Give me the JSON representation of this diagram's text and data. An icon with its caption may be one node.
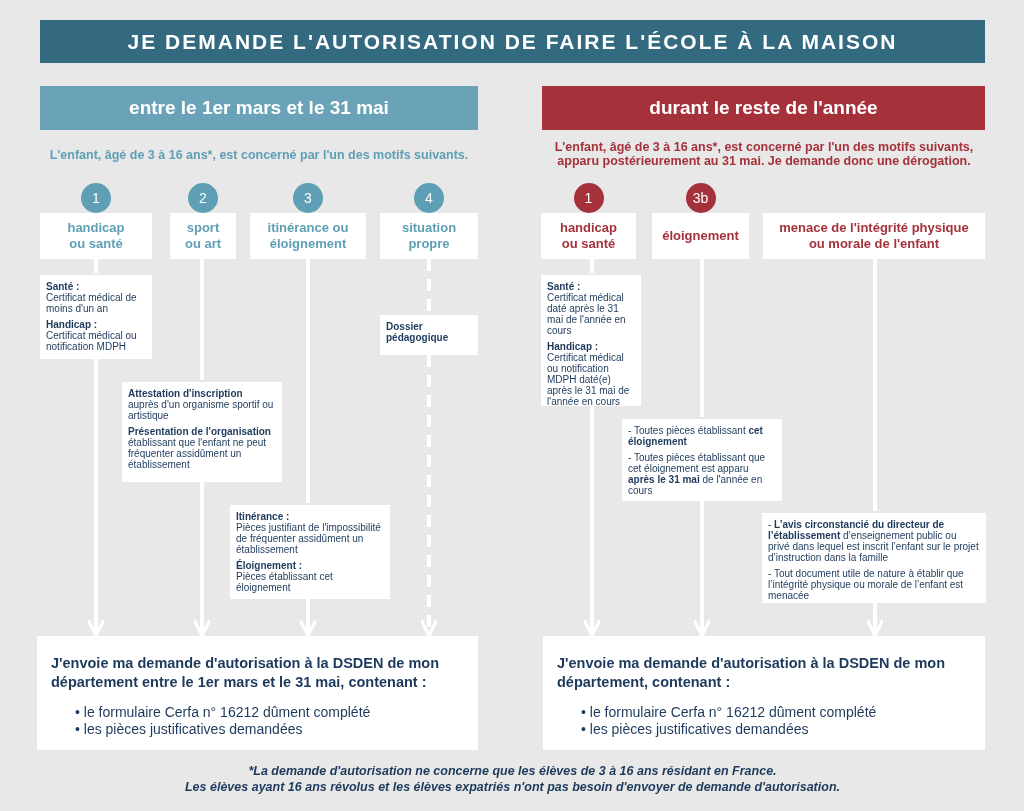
{
  "diagram": {
    "title": "JE DEMANDE L'AUTORISATION DE FAIRE L'ÉCOLE À LA MAISON",
    "nodes": [
      {
        "text": [
          "entre le 1er mars et le 31 mai"
        ]
      },
      {
        "text": [
          "durant le reste de l'année"
        ]
      },
      {
        "text": [
          "1",
          "handicap ou santé"
        ]
      },
      {
        "text": [
          "2",
          "sport ou art"
        ]
      },
      {
        "text": [
          "3",
          "itinérance ou éloignement"
        ]
      },
      {
        "text": [
          "4",
          "situation propre"
        ]
      },
      {
        "text": [
          "**Santé :** Certificat médical de moins d'un an",
          "**Handicap :** Certificat médical ou notification MDPH"
        ]
      },
      {
        "text": [
          "**Attestation d'inscription** auprès d'un organisme sportif ou artistique",
          "**Présentation de l'organisation** établissant que l'enfant ne peut fréquenter assidûment un établissement"
        ]
      },
      {
        "text": [
          "**Itinérance :** Pièces justifiant de l'impossibilité de fréquenter assidûment un établissement",
          "**Éloignement :** Pièces établissant cet éloignement"
        ]
      },
      {
        "text": [
          "Dossier pédagogique"
        ]
      },
      {
        "text": [
          "J'envoie ma demande d'autorisation à la DSDEN de mon département entre le 1er mars et le 31 mai, contenant :",
          "• le formulaire Cerfa n° 16212 dûment complété",
          "• les pièces justificatives demandées"
        ]
      },
      {
        "text": [
          "1",
          "handicap ou santé"
        ]
      },
      {
        "text": [
          "3b",
          "éloignement"
        ]
      },
      {
        "text": [
          "menace de l'intégrité physique ou morale de l'enfant"
        ]
      },
      {
        "text": [
          "**Santé :** Certificat médical daté après le 31 mai de l'année en cours",
          "**Handicap :** Certificat médical ou notification MDPH daté(e) après le 31 mai de l'année en cours"
        ]
      },
      {
        "text": [
          "- Toutes pièces établissant **cet éloignement**",
          "- Toutes pièces établissant que cet éloignement est apparu **après le 31 mai** de l'année en cours"
        ]
      },
      {
        "text": [
          "- **L’avis circonstancié du directeur de l’établissement** d’enseignement public ou privé dans lequel est inscrit l’enfant sur le projet d’instruction dans la famille",
          "- Tout document utile de nature à établir que l’intégrité physique ou morale de l’enfant est menacée"
        ]
      },
      {
        "text": [
          "J'envoie ma demande d'autorisation à la DSDEN de mon département, contenant :",
          "• le formulaire Cerfa n° 16212 dûment complété",
          "• les pièces justificatives demandées"
        ]
      }
    ],
    "edges": [
      {
        "from": 2,
        "to": 6,
        "arrow": "none"
      },
      {
        "from": 6,
        "to": 10,
        "arrow": "to"
      },
      {
        "from": 3,
        "to": 7,
        "arrow": "none"
      },
      {
        "from": 7,
        "to": 10,
        "arrow": "to"
      },
      {
        "from": 4,
        "to": 8,
        "arrow": "none"
      },
      {
        "from": 8,
        "to": 10,
        "arrow": "to"
      },
      {
        "from": 5,
        "to": 9,
        "arrow": "none",
        "style": "dashed"
      },
      {
        "from": 9,
        "to": 10,
        "arrow": "to",
        "style": "dashed"
      },
      {
        "from": 11,
        "to": 14,
        "arrow": "none"
      },
      {
        "from": 14,
        "to": 17,
        "arrow": "to"
      },
      {
        "from": 12,
        "to": 15,
        "arrow": "none"
      },
      {
        "from": 15,
        "to": 17,
        "arrow": "to"
      },
      {
        "from": 13,
        "to": 16,
        "arrow": "none"
      },
      {
        "from": 16,
        "to": 17,
        "arrow": "to"
      }
    ],
    "labels": [
      "L'enfant, âgé de 3 à 16 ans*, est concerné par l'un des motifs suivants.",
      "L'enfant, âgé de 3 à 16 ans*, est concerné par l'un des motifs suivants, apparu postérieurement au 31 mai. Je demande donc une dérogation.",
      "*La demande d'autorisation ne concerne que les élèves de 3 à 16 ans résidant en France.",
      "Les élèves ayant 16 ans révolus et les élèves expatriés n'ont pas besoin d'envoyer de demande d'autorisation."
    ]
  }
}
